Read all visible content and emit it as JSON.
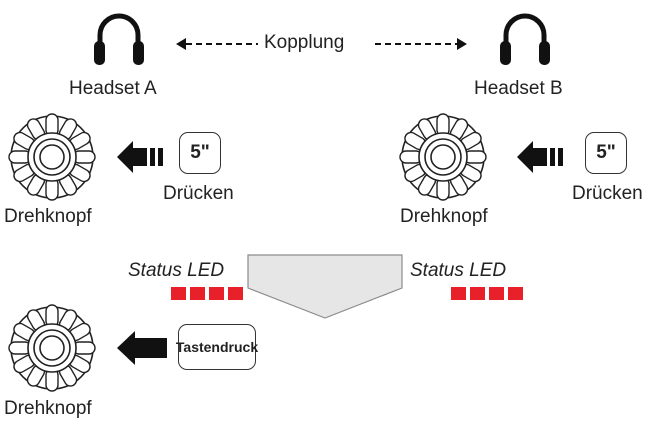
{
  "headsets": {
    "a_label": "Headset A",
    "b_label": "Headset B",
    "pairing_label": "Kopplung"
  },
  "left_step": {
    "knob_label": "Drehknopf",
    "button_text": "5\"",
    "action_label": "Drücken"
  },
  "right_step": {
    "knob_label": "Drehknopf",
    "button_text": "5\"",
    "action_label": "Drücken"
  },
  "status": {
    "left_label": "Status LED",
    "right_label": "Status LED",
    "led_count": 4,
    "led_color": "#e8202a"
  },
  "final_step": {
    "knob_label": "Drehknopf",
    "button_text": "Tastendruck"
  },
  "colors": {
    "icon": "#111111",
    "down_arrow_fill": "#e6e6e6",
    "down_arrow_stroke": "#8c8c8c"
  },
  "icons": [
    "headset-icon",
    "jog-dial-icon",
    "push-arrow-icon",
    "down-arrow-icon",
    "double-arrow-icon"
  ]
}
